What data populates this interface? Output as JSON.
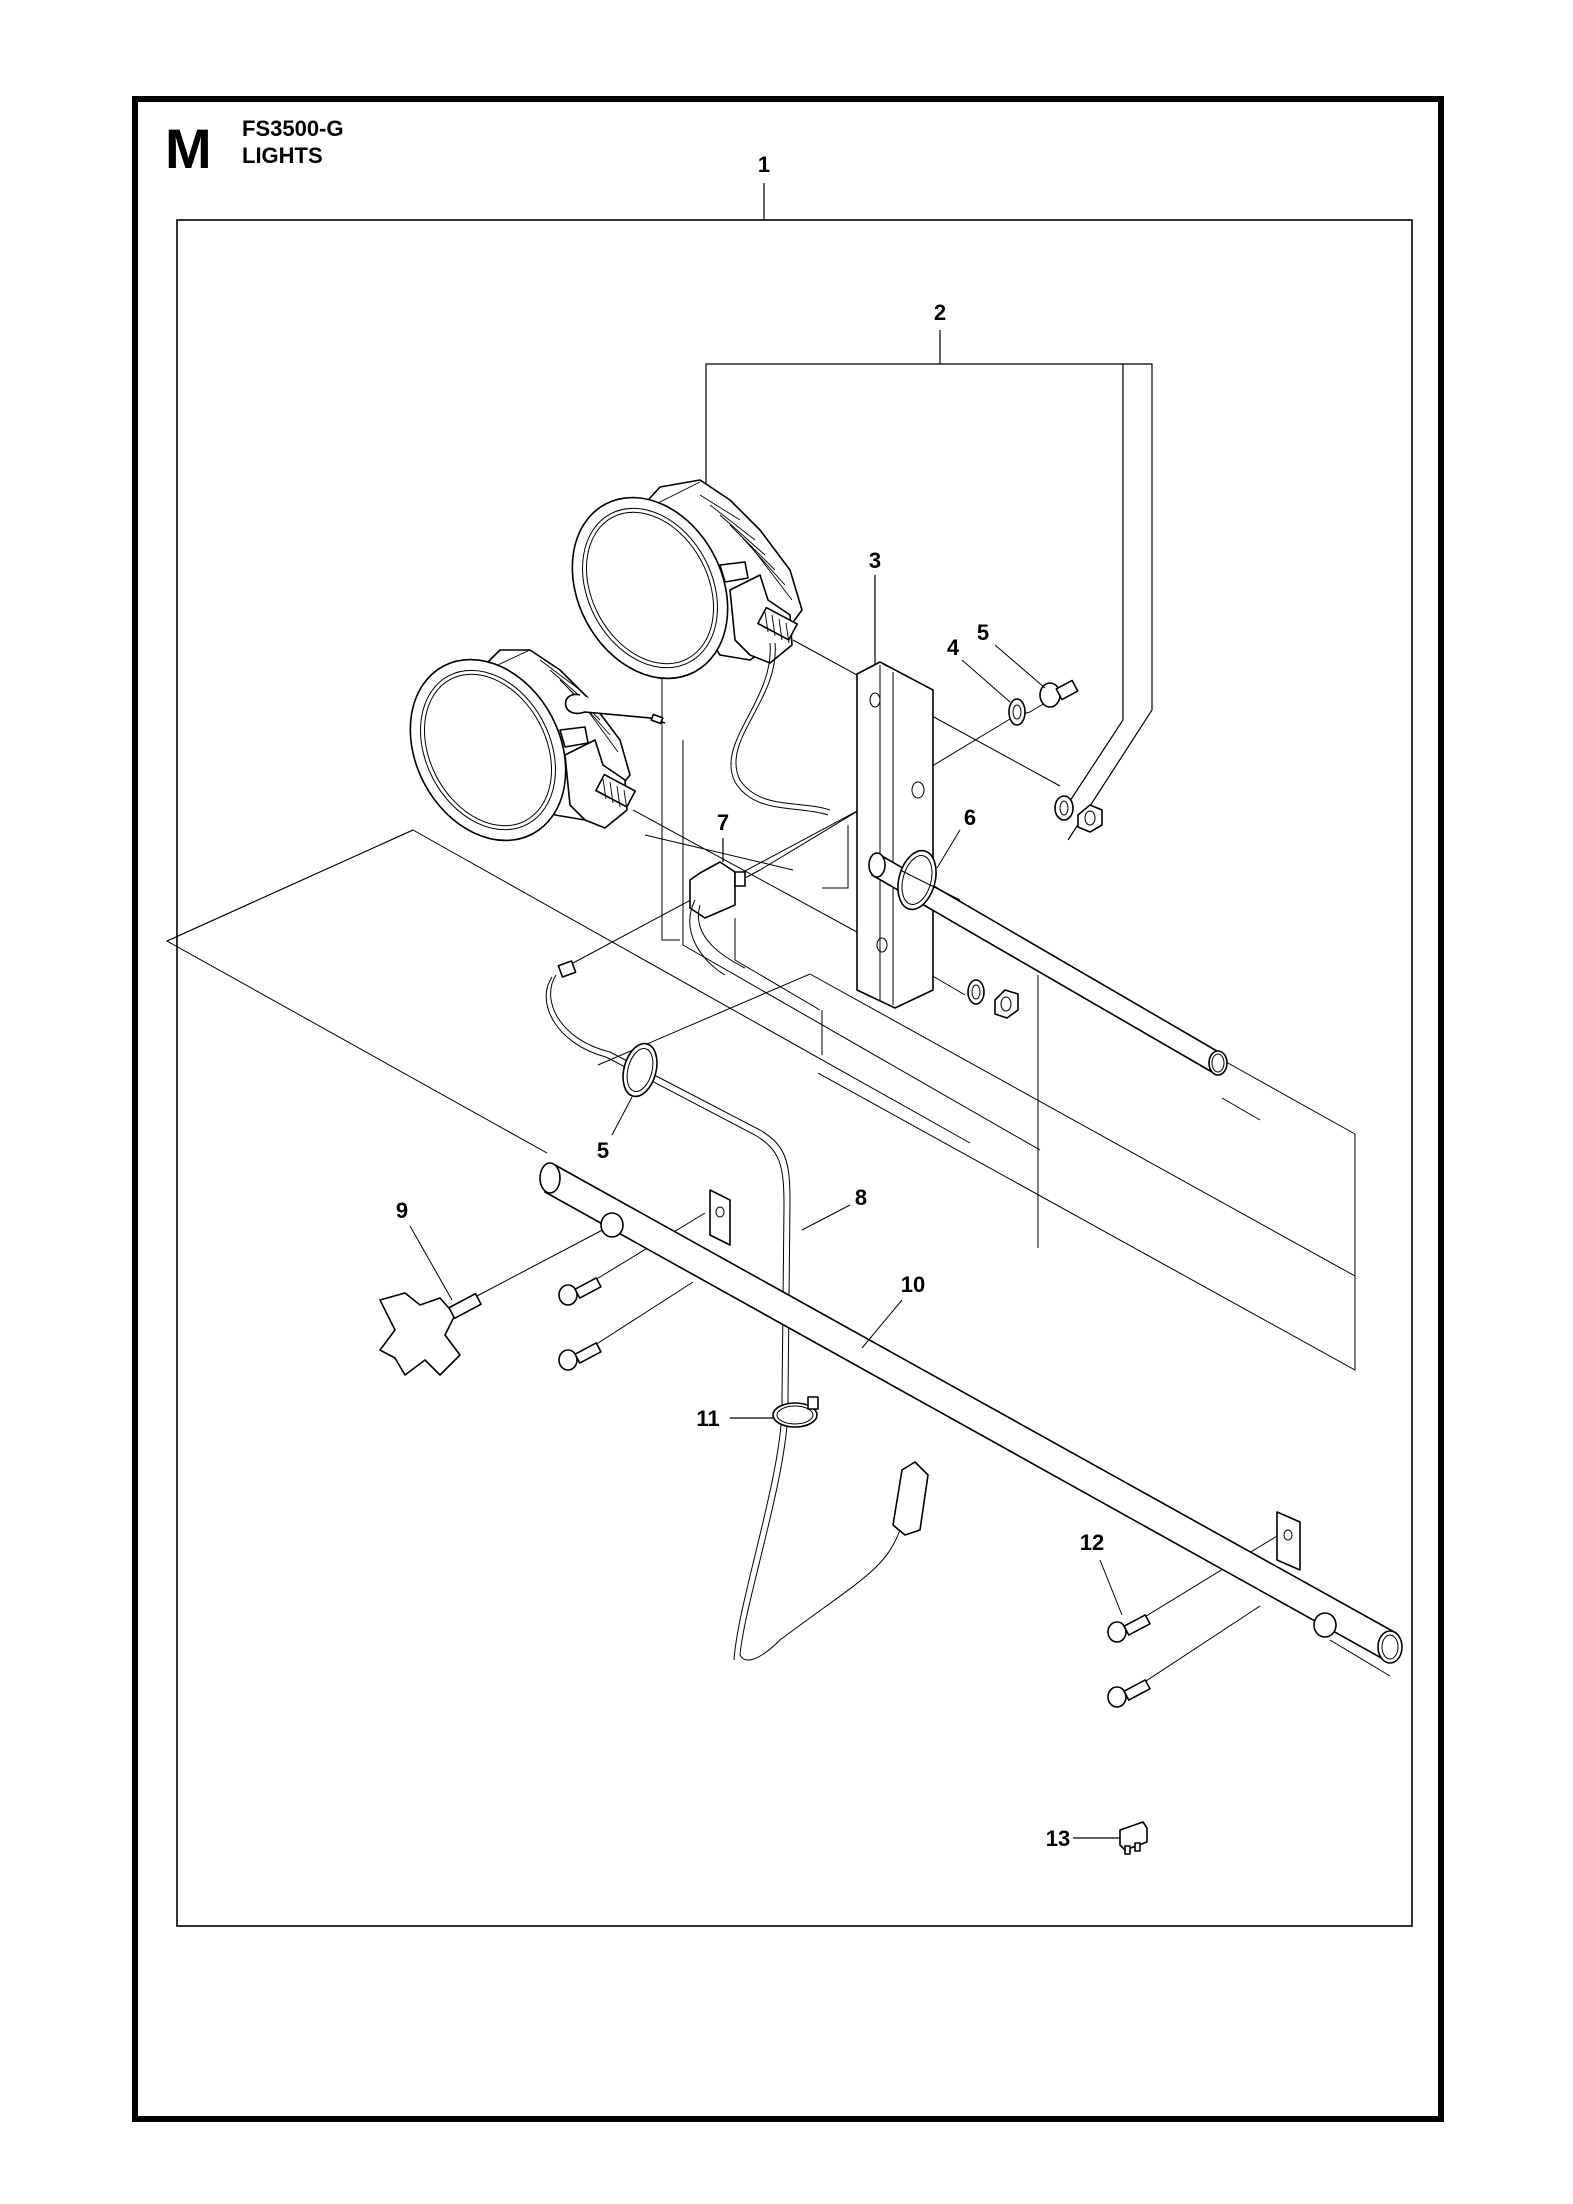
{
  "header": {
    "section_letter": "M",
    "model": "FS3500-G",
    "title": "LIGHTS"
  },
  "callouts": [
    {
      "id": "1",
      "part": "lights-kit-assembly"
    },
    {
      "id": "2",
      "part": "work-light"
    },
    {
      "id": "3",
      "part": "mounting-bracket"
    },
    {
      "id": "4",
      "part": "washer"
    },
    {
      "id": "5",
      "part": "nut"
    },
    {
      "id": "6",
      "part": "grommet"
    },
    {
      "id": "7",
      "part": "switch"
    },
    {
      "id": "5",
      "part": "nut"
    },
    {
      "id": "8",
      "part": "wiring-harness"
    },
    {
      "id": "9",
      "part": "star-knob"
    },
    {
      "id": "10",
      "part": "light-bar-tube"
    },
    {
      "id": "11",
      "part": "cable-clamp"
    },
    {
      "id": "12",
      "part": "bolt"
    },
    {
      "id": "13",
      "part": "fuse"
    }
  ]
}
